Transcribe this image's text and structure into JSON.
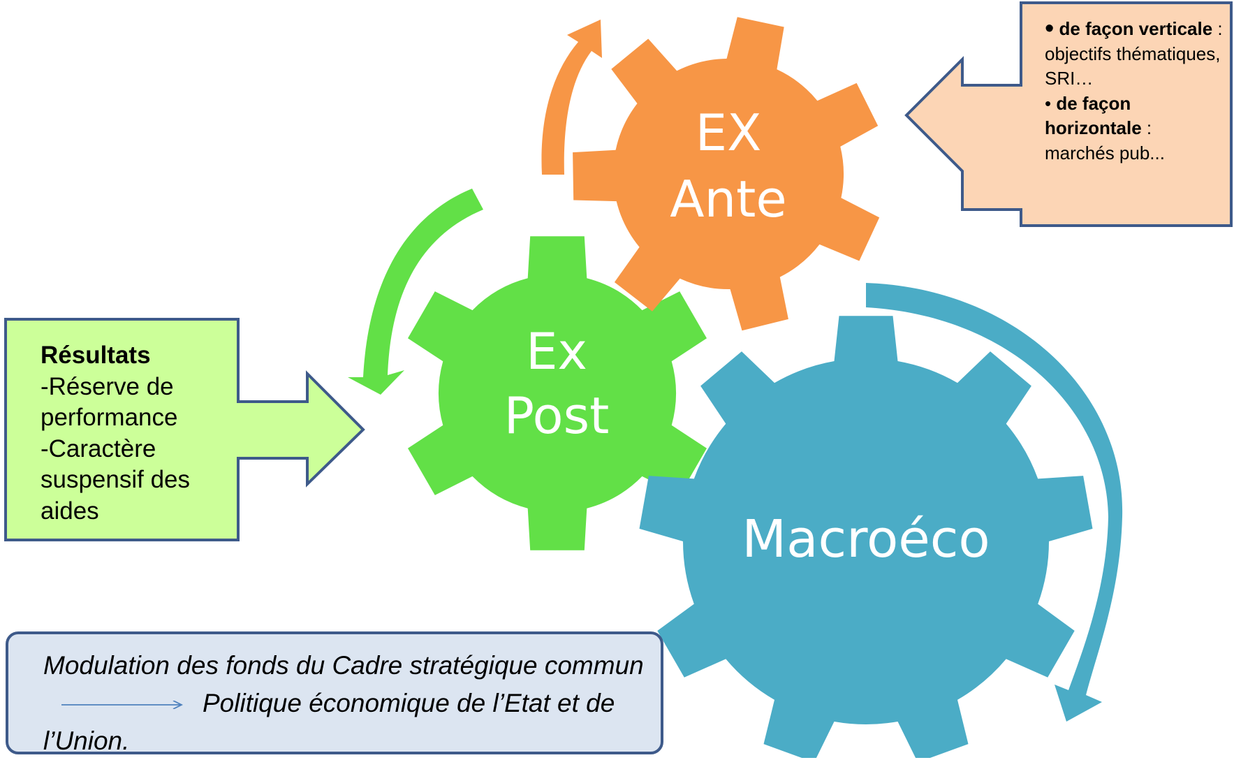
{
  "colors": {
    "ex_ante": "#f79646",
    "ex_post": "#62e047",
    "macro": "#4bacc6",
    "green_box": "#ccff99",
    "peach_box": "#fcd5b5",
    "box_border": "#3e5a8a",
    "bottom_box": "#dce5f1"
  },
  "gears": {
    "ex_ante": {
      "line1": "EX",
      "line2": "Ante"
    },
    "ex_post": {
      "line1": "Ex",
      "line2": "Post"
    },
    "macro": {
      "label": "Macroéco"
    }
  },
  "right_callout": {
    "item1_bold": "de façon verticale",
    "item1_rest": " : objectifs thématiques, SRI…",
    "item2_bold": "de façon horizontale",
    "item2_rest": " : marchés pub..."
  },
  "left_callout": {
    "title": "Résultats",
    "line1": "-Réserve de performance",
    "line2": "-Caractère suspensif des aides"
  },
  "bottom_box": {
    "part1": "Modulation des fonds du Cadre stratégique commun",
    "part2": "Politique économique de l’Etat et de l’Union."
  }
}
